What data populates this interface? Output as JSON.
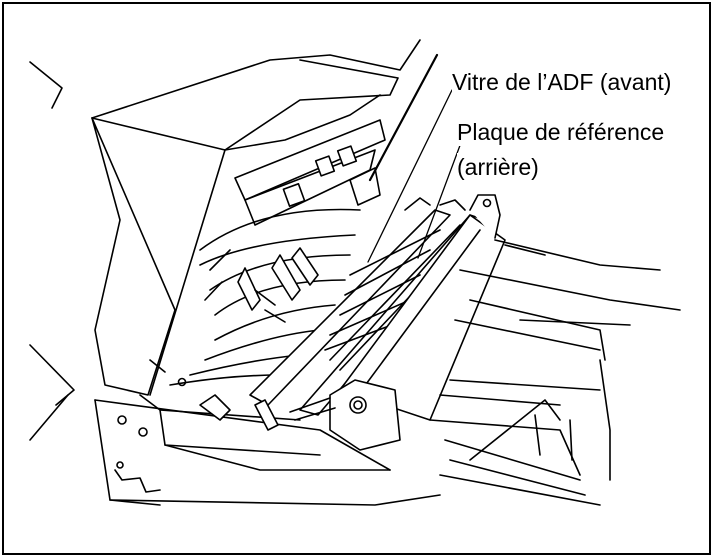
{
  "labels": {
    "adf_glass": "Vitre de l’ADF (avant)",
    "reference_plate_line1": "Plaque de référence",
    "reference_plate_line2": "(arrière)"
  },
  "colors": {
    "ink": "#000000",
    "paper": "#ffffff",
    "shade": "#d9d9d9"
  }
}
